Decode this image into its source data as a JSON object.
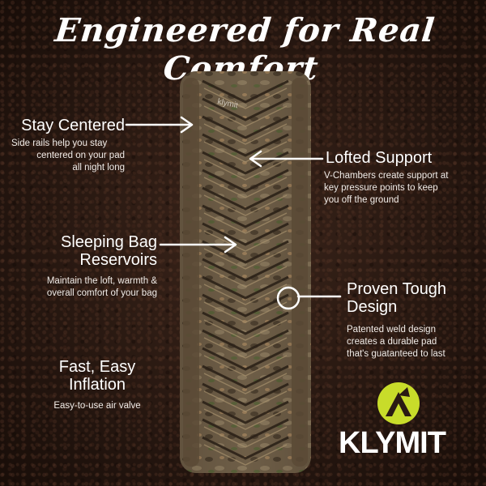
{
  "title": "Engineered for Real Comfort",
  "callouts": {
    "stay_centered": {
      "heading": "Stay Centered",
      "body": [
        "Side rails help you stay",
        "centered on your pad",
        "all night long"
      ]
    },
    "lofted_support": {
      "heading": "Lofted Support",
      "body": [
        "V-Chambers create support at",
        "key pressure points to keep",
        "you off the ground"
      ]
    },
    "sleeping_bag_reservoirs": {
      "heading": [
        "Sleeping Bag",
        "Reservoirs"
      ],
      "body": [
        "Maintain the loft, warmth &",
        "overall comfort of your bag"
      ]
    },
    "proven_tough_design": {
      "heading": [
        "Proven Tough",
        "Design"
      ],
      "body": [
        "Patented weld design",
        "creates a durable pad",
        "that's guatanteed to last"
      ]
    },
    "fast_easy_inflation": {
      "heading": [
        "Fast, Easy",
        "Inflation"
      ],
      "body": [
        "Easy-to-use air valve"
      ]
    }
  },
  "pad_print": "klymit",
  "brand": {
    "name": "KLYMIT",
    "accent_color": "#c8dc2a"
  },
  "colors": {
    "background": "#2a1a13",
    "text": "#ffffff",
    "pad_camo": "#6b5a45"
  }
}
